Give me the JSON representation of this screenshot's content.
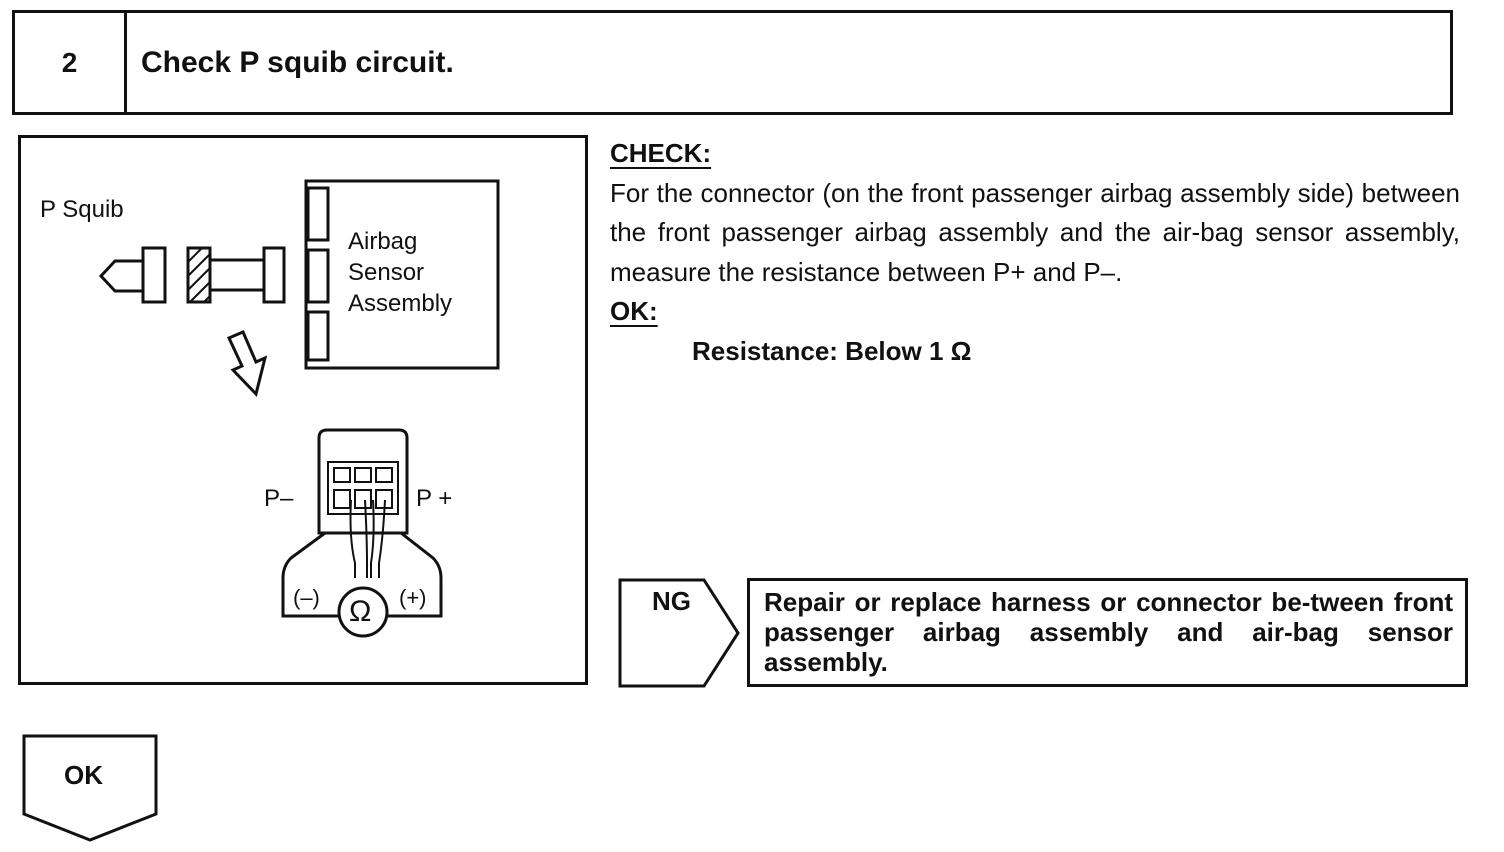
{
  "header": {
    "step_number": "2",
    "title": "Check P squib circuit."
  },
  "figure": {
    "p_squib_label": "P Squib",
    "assembly_label_line1": "Airbag",
    "assembly_label_line2": "Sensor",
    "assembly_label_line3": "Assembly",
    "p_minus_label": "P–",
    "p_plus_label": "P +",
    "meter_minus": "(–)",
    "meter_plus": "(+)",
    "ohm_symbol": "Ω"
  },
  "check": {
    "heading": "CHECK:",
    "text": "For the connector (on the front passenger airbag assembly side) between the front passenger airbag assembly and the air-bag sensor assembly, measure the resistance between P+ and P–."
  },
  "ok": {
    "heading": "OK:",
    "spec": "Resistance: Below 1 Ω"
  },
  "ng": {
    "label": "NG",
    "action": "Repair or replace harness or connector be-tween front passenger airbag assembly and air-bag sensor assembly."
  },
  "ok_button": {
    "label": "OK"
  }
}
